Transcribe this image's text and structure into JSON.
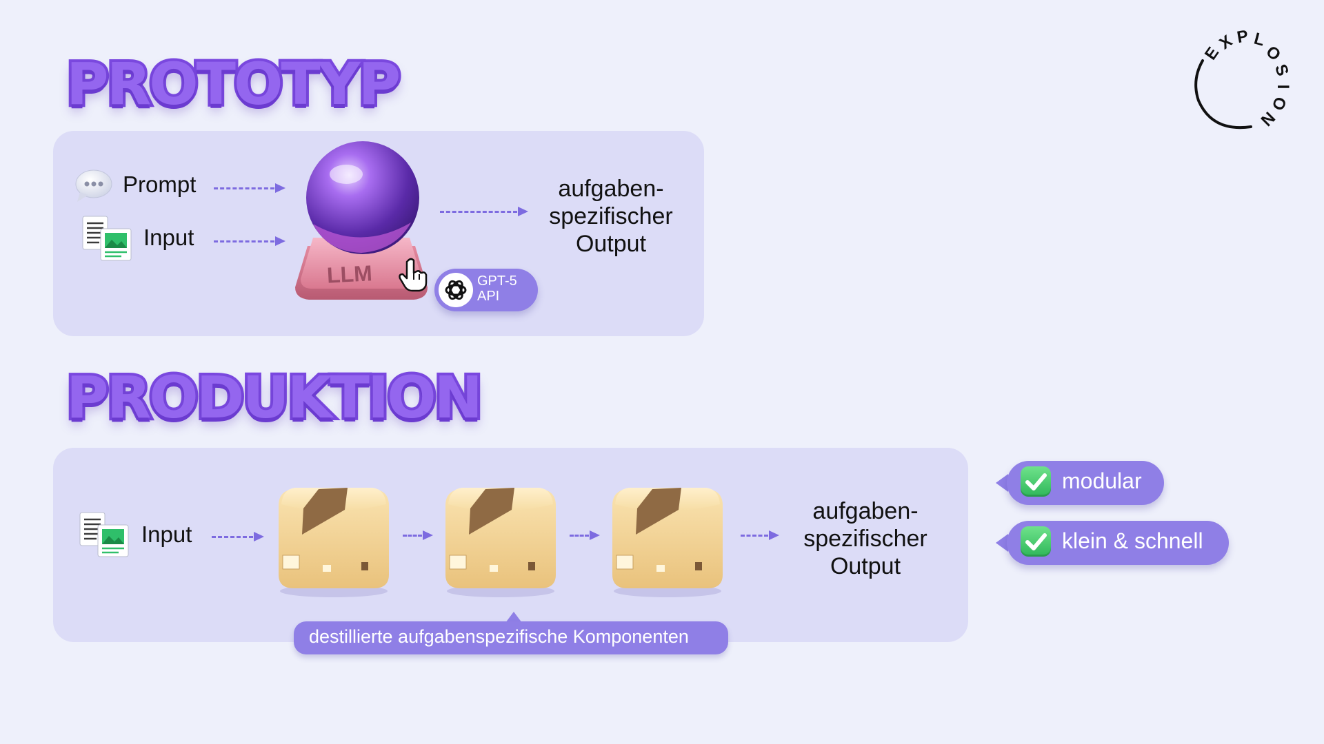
{
  "sections": {
    "prototype_title": "PROTOTYP",
    "production_title": "PRODUKTION"
  },
  "prototype": {
    "prompt_label": "Prompt",
    "input_label": "Input",
    "llm_label": "LLM",
    "api_badge_line1": "GPT-5",
    "api_badge_line2": "API",
    "output_line1": "aufgaben-",
    "output_line2": "spezifischer",
    "output_line3": "Output"
  },
  "production": {
    "input_label": "Input",
    "output_line1": "aufgaben-",
    "output_line2": "spezifischer",
    "output_line3": "Output",
    "components_caption": "destillierte aufgabenspezifische Komponenten"
  },
  "benefits": [
    {
      "label": "modular"
    },
    {
      "label": "klein & schnell"
    }
  ],
  "logo": {
    "letters": [
      "E",
      "X",
      "P",
      "L",
      "O",
      "S",
      "I",
      "O",
      "N"
    ]
  },
  "colors": {
    "background": "#eef0fb",
    "panel": "#dcdcf7",
    "accent": "#8f7fe6",
    "arrow": "#7d6be0",
    "check": "#3cc463"
  },
  "icons": {
    "prompt": "speech-bubble-icon",
    "input": "documents-icon",
    "llm": "crystal-ball-icon",
    "cursor": "hand-pointer-icon",
    "api": "openai-icon",
    "component": "package-box-icon",
    "benefit": "checkmark-icon"
  }
}
